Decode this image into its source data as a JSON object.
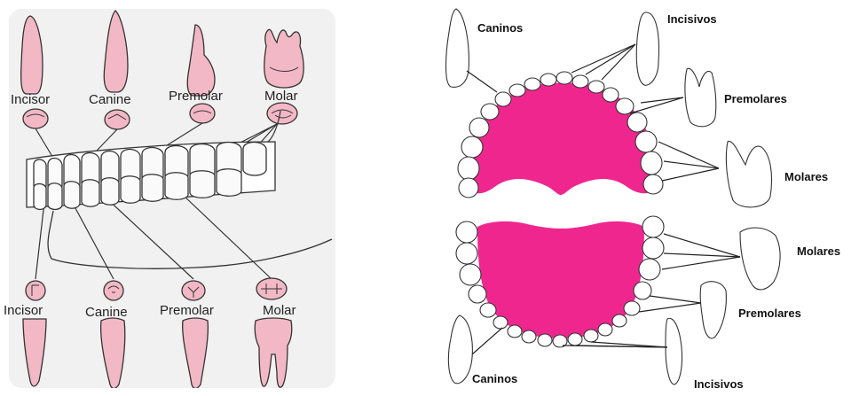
{
  "left_diagram": {
    "upper_labels": [
      "Incisor",
      "Canine",
      "Premolar",
      "Molar"
    ],
    "lower_labels": [
      "Incisor",
      "Canine",
      "Premolar",
      "Molar"
    ],
    "tooth_color": "#f2b8c6",
    "outline_color": "#333333"
  },
  "right_diagram": {
    "upper_labels": {
      "caninos": "Caninos",
      "incisivos": "Incisivos",
      "premolares": "Premolares",
      "molares": "Molares"
    },
    "lower_labels": {
      "molares": "Molares",
      "premolares": "Premolares",
      "caninos": "Caninos",
      "incisivos": "Incisivos"
    },
    "palate_color": "#f0268f",
    "line_color": "#222222"
  }
}
